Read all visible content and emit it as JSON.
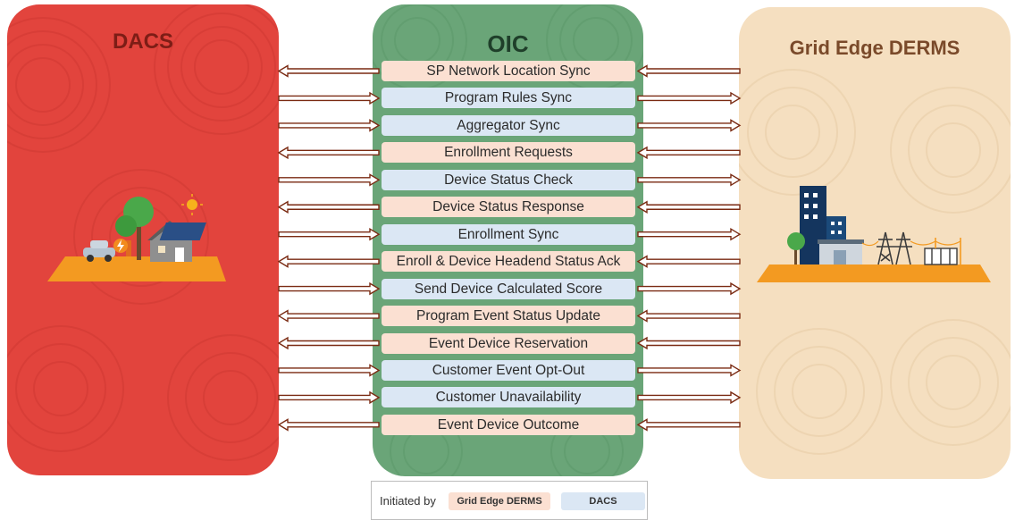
{
  "panels": {
    "dacs": {
      "title": "DACS",
      "color": "#e2443d"
    },
    "oic": {
      "title": "OIC",
      "color": "#6aa578"
    },
    "derms": {
      "title": "Grid Edge DERMS",
      "color": "#f5dfc0"
    }
  },
  "flows": [
    {
      "label": "SP Network Location Sync",
      "initiator": "derms"
    },
    {
      "label": "Program Rules Sync",
      "initiator": "dacs"
    },
    {
      "label": "Aggregator Sync",
      "initiator": "dacs"
    },
    {
      "label": "Enrollment Requests",
      "initiator": "derms"
    },
    {
      "label": "Device Status Check",
      "initiator": "dacs"
    },
    {
      "label": "Device Status Response",
      "initiator": "derms"
    },
    {
      "label": "Enrollment Sync",
      "initiator": "dacs"
    },
    {
      "label": "Enroll & Device Headend Status Ack",
      "initiator": "derms"
    },
    {
      "label": "Send Device Calculated Score",
      "initiator": "dacs"
    },
    {
      "label": "Program Event Status Update",
      "initiator": "derms"
    },
    {
      "label": "Event Device Reservation",
      "initiator": "derms"
    },
    {
      "label": "Customer Event Opt-Out",
      "initiator": "dacs"
    },
    {
      "label": "Customer Unavailability",
      "initiator": "dacs"
    },
    {
      "label": "Event Device Outcome",
      "initiator": "derms"
    }
  ],
  "legend": {
    "prefix": "Initiated by",
    "derms_label": "Grid Edge DERMS",
    "dacs_label": "DACS"
  },
  "colors": {
    "derms_chip": "#fbe0d2",
    "dacs_chip": "#dbe7f4",
    "arrow": "#7a2a12"
  }
}
